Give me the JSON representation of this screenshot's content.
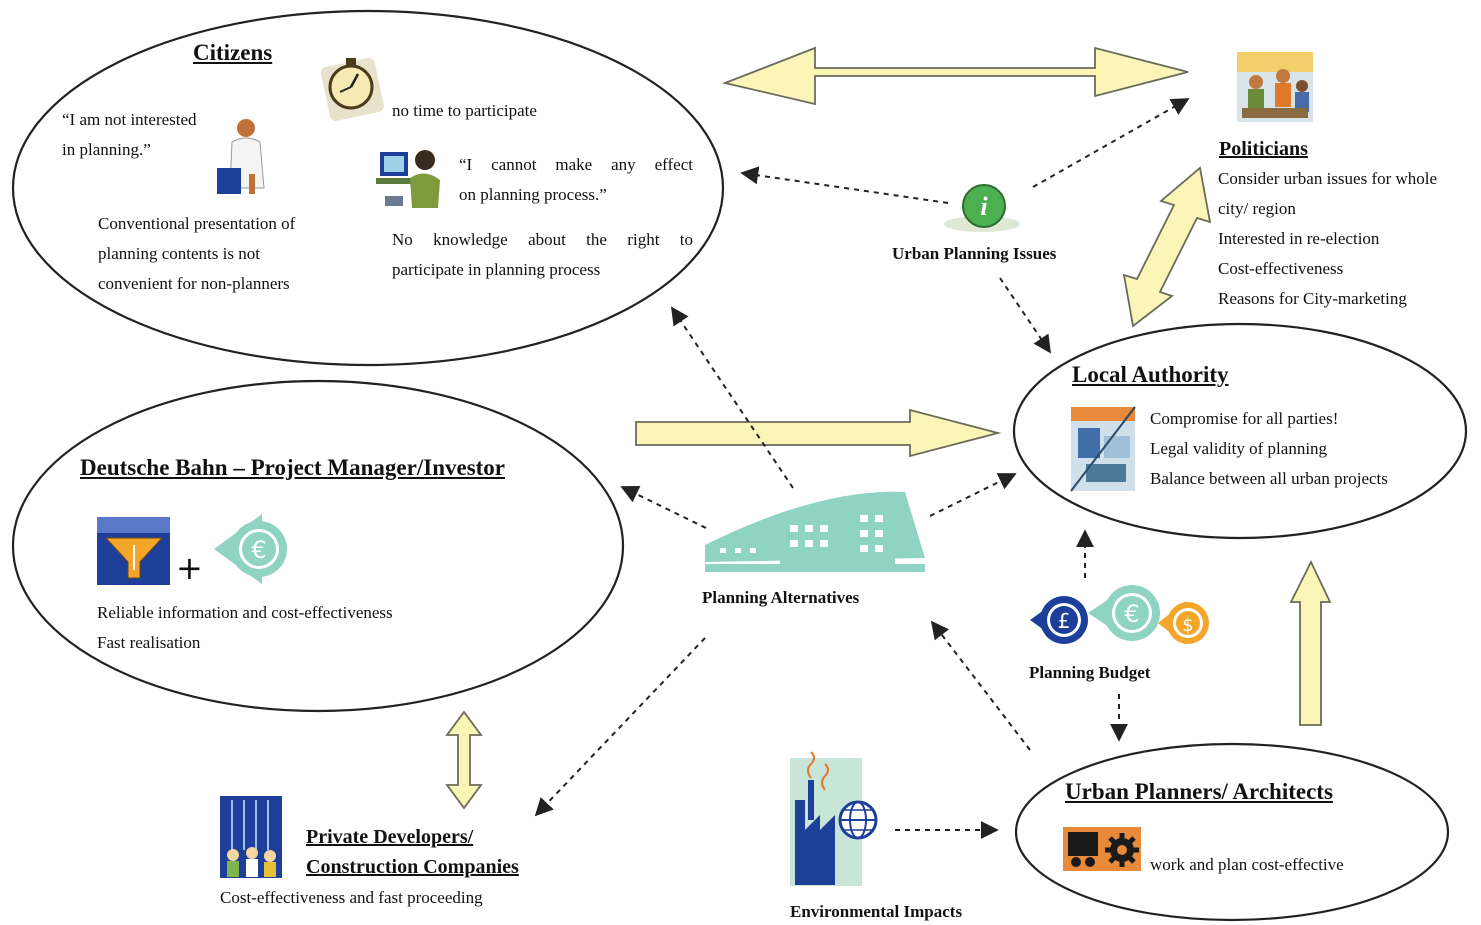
{
  "citizens": {
    "title": "Citizens",
    "quote_not_interested": [
      "“I am not interested",
      "in planning.”"
    ],
    "no_time": "no time to participate",
    "quote_no_effect": [
      "“I cannot make any effect",
      "on planning process.”"
    ],
    "conventional": [
      "Conventional presentation of",
      "planning contents is not",
      "convenient for non-planners"
    ],
    "no_knowledge": [
      "No knowledge about the right to",
      "participate in planning process"
    ],
    "icons": [
      "doctor-icon",
      "stopwatch-icon",
      "computer-user-icon"
    ]
  },
  "politicians": {
    "title": "Politicians",
    "items": [
      "Consider urban issues for whole",
      "city/ region",
      "Interested in re-election",
      "Cost-effectiveness",
      "Reasons for City-marketing"
    ],
    "icon": "meeting-people-icon"
  },
  "urban_planning_issues": {
    "label": "Urban Planning Issues",
    "icon": "info-icon"
  },
  "local_authority": {
    "title": "Local Authority",
    "items": [
      "Compromise for all parties!",
      "Legal validity of planning",
      "Balance between all urban projects"
    ],
    "icon": "planning-map-icon"
  },
  "deutsche_bahn": {
    "title": "Deutsche Bahn – Project Manager/Investor",
    "plus": "+",
    "items": [
      "Reliable information and cost-effectiveness",
      "Fast realisation"
    ],
    "icons": [
      "funnel-icon",
      "euro-icon"
    ]
  },
  "planning_alternatives": {
    "label": "Planning Alternatives",
    "icon": "buildings-icon"
  },
  "planning_budget": {
    "label": "Planning Budget",
    "icons": [
      {
        "name": "pound-icon",
        "symbol": "£"
      },
      {
        "name": "euro-icon",
        "symbol": "€"
      },
      {
        "name": "dollar-icon",
        "symbol": "$"
      }
    ]
  },
  "private_developers": {
    "title": [
      "Private Developers/",
      "Construction Companies"
    ],
    "subtitle": "Cost-effectiveness and fast proceeding",
    "icon": "construction-workers-icon"
  },
  "environmental_impacts": {
    "label": "Environmental Impacts",
    "icon": "factory-globe-icon"
  },
  "urban_planners": {
    "title": "Urban Planners/ Architects",
    "item": "work and plan cost-effective",
    "icon": "gear-tools-icon"
  },
  "colors": {
    "arrow_fill": "#fbf6b8",
    "arrow_stroke": "#6b6b5a",
    "teal": "#8fd3c2",
    "navy": "#1d3f9a",
    "orange": "#f3a62a",
    "dashed": "#222222"
  }
}
